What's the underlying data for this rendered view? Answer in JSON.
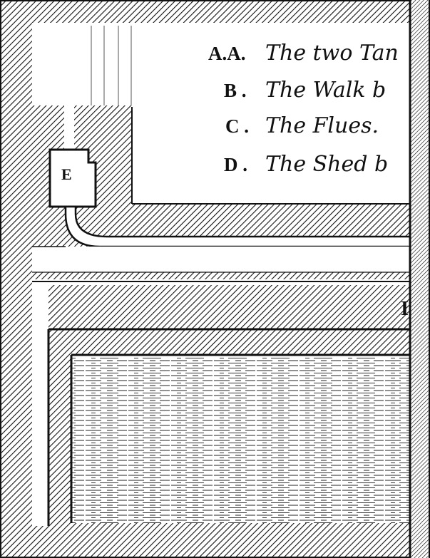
{
  "legend": {
    "items": [
      {
        "letter": "A.A.",
        "text": "The two Tan"
      },
      {
        "letter": "B .",
        "text": "The Walk b"
      },
      {
        "letter": "C .",
        "text": "The Flues."
      },
      {
        "letter": "D .",
        "text": "The Shed b"
      }
    ]
  },
  "labels": {
    "room_e": "E",
    "edge_partial": "I"
  },
  "colors": {
    "ink": "#111111",
    "paper": "#ffffff"
  }
}
